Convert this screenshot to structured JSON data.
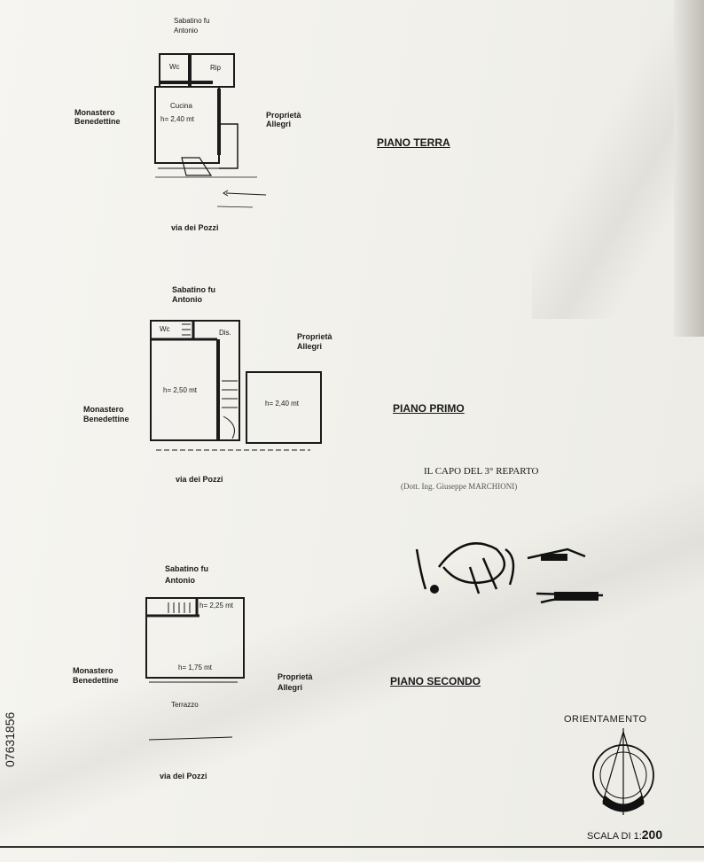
{
  "floors": [
    {
      "title": "PIANO TERRA",
      "north": "Sabatino fu\nAntonio",
      "west": "Monastero\nBenedettine",
      "east": "Proprietà\nAllegri",
      "south": "via dei Pozzi",
      "rooms": {
        "wc": "Wc",
        "rip": "Rip",
        "cucina": "Cucina",
        "height": "h= 2,40 mt"
      }
    },
    {
      "title": "PIANO PRIMO",
      "north": "Sabatino fu\nAntonio",
      "west": "Monastero\nBenedettine",
      "east": "Proprietà\nAllegri",
      "south": "via dei Pozzi",
      "rooms": {
        "wc": "Wc",
        "dis": "Dis.",
        "height_main": "h= 2,50 mt",
        "height_annex": "h= 2,40 mt"
      }
    },
    {
      "title": "PIANO SECONDO",
      "north": "Sabatino fu\nAntonio",
      "west": "Monastero\nBenedettine",
      "east": "Proprietà\nAllegri",
      "south": "via dei Pozzi",
      "rooms": {
        "height_top": "h= 2,25 mt",
        "height_main": "h= 1,75 mt",
        "terrazzo": "Terrazzo"
      }
    }
  ],
  "signature": {
    "line1": "IL CAPO DEL 3° REPARTO",
    "line2": "(Dott. Ing. Giuseppe MARCHIONI)"
  },
  "orientation_label": "ORIENTAMENTO",
  "scale_prefix": "SCALA DI 1:",
  "scale_value": "200",
  "side_code": "07631856"
}
